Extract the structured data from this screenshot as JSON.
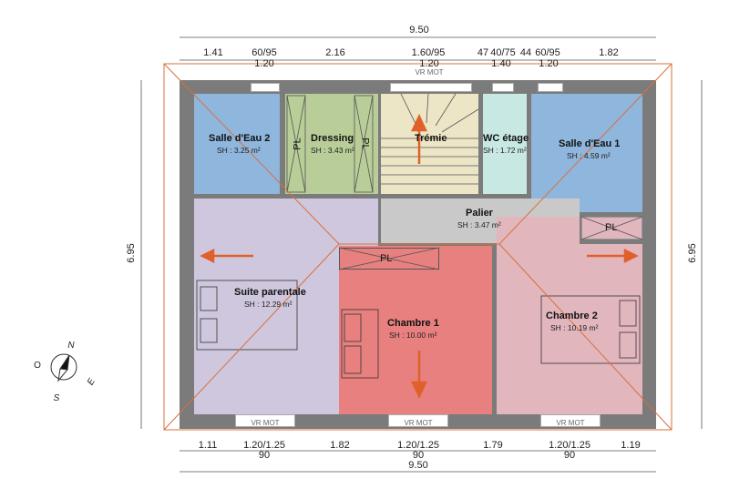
{
  "dimensions": {
    "total_top": "9.50",
    "top_segments": [
      "1.41",
      "60/95",
      "2.16",
      "1.60/95",
      "47",
      "40/75",
      "44",
      "60/95",
      "1.82"
    ],
    "top_sub": [
      "1.20",
      "1.20",
      "1.40",
      "1.20"
    ],
    "bottom_segments": [
      "1.11",
      "1.20/1.25",
      "1.82",
      "1.20/1.25",
      "1.79",
      "1.20/1.25",
      "1.19"
    ],
    "bottom_sub": [
      "90",
      "90",
      "90"
    ],
    "total_bottom": "9.50",
    "left": "6.95",
    "right": "6.95"
  },
  "shutter_label": "VR MOT",
  "rooms": [
    {
      "name": "Salle d'Eau 2",
      "sh": "SH : 3.25 m²",
      "color": "#8fb6dd"
    },
    {
      "name": "Dressing",
      "sh": "SH : 3.43 m²",
      "color": "#b9cd98"
    },
    {
      "name": "Trémie",
      "sh": "",
      "color": "#ece5c6"
    },
    {
      "name": "WC étage",
      "sh": "SH : 1.72 m²",
      "color": "#c8e8e4"
    },
    {
      "name": "Salle d'Eau 1",
      "sh": "SH : 4.59 m²",
      "color": "#8fb6dd"
    },
    {
      "name": "Palier",
      "sh": "SH : 3.47 m²",
      "color": "#c9c9c9"
    },
    {
      "name": "Suite parentale",
      "sh": "SH : 12.29 m²",
      "color": "#cfc7dd"
    },
    {
      "name": "Chambre 1",
      "sh": "SH : 10.00 m²",
      "color": "#e88080"
    },
    {
      "name": "Chambre 2",
      "sh": "SH : 10.19 m²",
      "color": "#e2b6bd"
    }
  ],
  "closet_label": "PL",
  "compass": {
    "n": "N",
    "e": "E",
    "s": "S",
    "o": "O"
  },
  "colors": {
    "wall": "#7b7b7b",
    "roof_line": "#d9703a",
    "arrow": "#e0602a"
  }
}
